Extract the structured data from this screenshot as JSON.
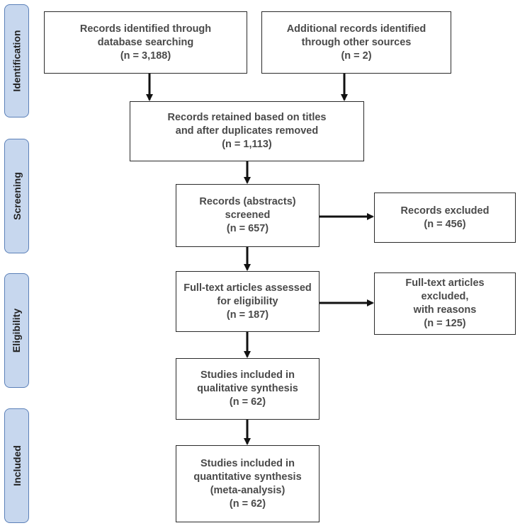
{
  "stages": {
    "identification": "Identification",
    "screening": "Screening",
    "eligibility": "Eligibility",
    "included": "Included"
  },
  "boxes": {
    "db_search": [
      "Records identified through",
      "database searching",
      "(n = 3,188)"
    ],
    "other_sources": [
      "Additional records identified",
      "through other sources",
      "(n = 2)"
    ],
    "retained": [
      "Records retained based on titles",
      "and after duplicates removed",
      "(n = 1,113)"
    ],
    "screened": [
      "Records (abstracts)",
      "screened",
      "(n = 657)"
    ],
    "excluded": [
      "Records excluded",
      "(n = 456)"
    ],
    "fulltext_assessed": [
      "Full-text articles assessed",
      "for eligibility",
      "(n = 187)"
    ],
    "fulltext_excluded": [
      "Full-text articles excluded,",
      "with reasons",
      "(n = 125)"
    ],
    "qualitative": [
      "Studies included in",
      "qualitative synthesis",
      "(n = 62)"
    ],
    "quantitative": [
      "Studies included in",
      "quantitative synthesis",
      "(meta-analysis)",
      "(n = 62)"
    ]
  },
  "colors": {
    "stage_fill": "#c7d7ee",
    "stage_border": "#5b80b8",
    "box_border": "#2a2a2a",
    "box_text": "#4a4a4a",
    "arrow": "#111111"
  }
}
